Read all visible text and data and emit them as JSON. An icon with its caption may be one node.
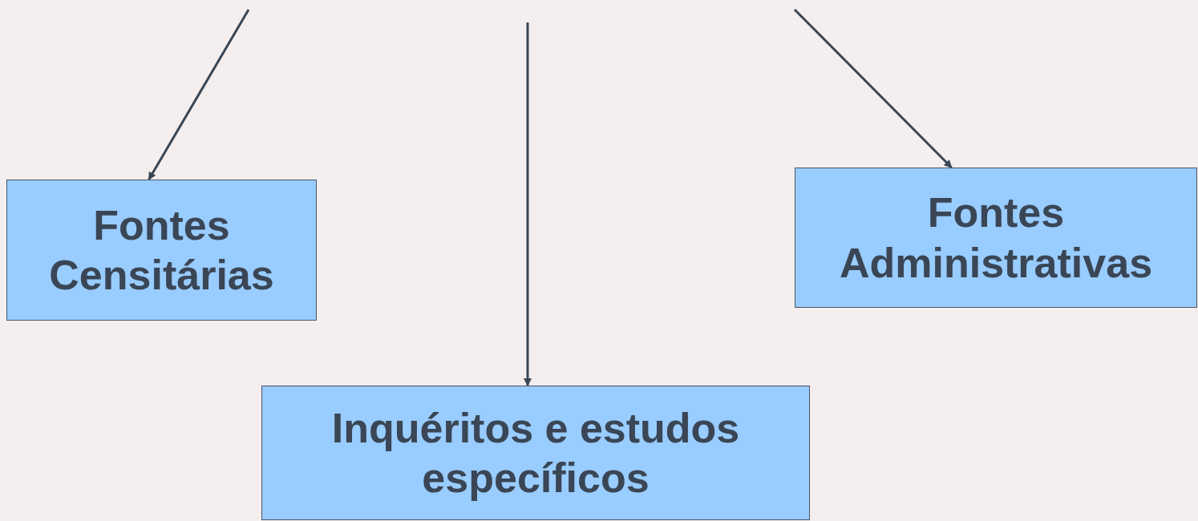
{
  "diagram": {
    "nodes": [
      {
        "text": [
          "Fontes Censitárias"
        ]
      },
      {
        "text": [
          "Fontes Administrativas"
        ]
      },
      {
        "text": [
          "Inquéritos e estudos específicos"
        ]
      }
    ],
    "edges": [
      {
        "from": null,
        "to": 0,
        "arrow": "to"
      },
      {
        "from": null,
        "to": 1,
        "arrow": "to"
      },
      {
        "from": null,
        "to": 2,
        "arrow": "to"
      }
    ]
  }
}
